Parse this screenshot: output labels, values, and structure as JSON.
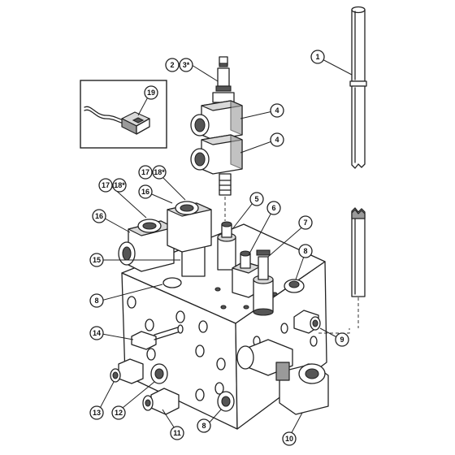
{
  "callouts": [
    {
      "id": "c1",
      "label": "1"
    },
    {
      "id": "c2",
      "label": "2"
    },
    {
      "id": "c3",
      "label": "3*"
    },
    {
      "id": "c4a",
      "label": "4"
    },
    {
      "id": "c4b",
      "label": "4"
    },
    {
      "id": "c5",
      "label": "5"
    },
    {
      "id": "c6",
      "label": "6"
    },
    {
      "id": "c7",
      "label": "7"
    },
    {
      "id": "c8a",
      "label": "8"
    },
    {
      "id": "c8b",
      "label": "8"
    },
    {
      "id": "c8c",
      "label": "8"
    },
    {
      "id": "c9",
      "label": "9"
    },
    {
      "id": "c10",
      "label": "10"
    },
    {
      "id": "c11",
      "label": "11"
    },
    {
      "id": "c12",
      "label": "12"
    },
    {
      "id": "c13",
      "label": "13"
    },
    {
      "id": "c14",
      "label": "14"
    },
    {
      "id": "c15",
      "label": "15"
    },
    {
      "id": "c16a",
      "label": "16"
    },
    {
      "id": "c16b",
      "label": "16"
    },
    {
      "id": "c17a",
      "label": "17"
    },
    {
      "id": "c18a",
      "label": "18*"
    },
    {
      "id": "c17b",
      "label": "17"
    },
    {
      "id": "c18b",
      "label": "18*"
    },
    {
      "id": "c19",
      "label": "19"
    }
  ]
}
